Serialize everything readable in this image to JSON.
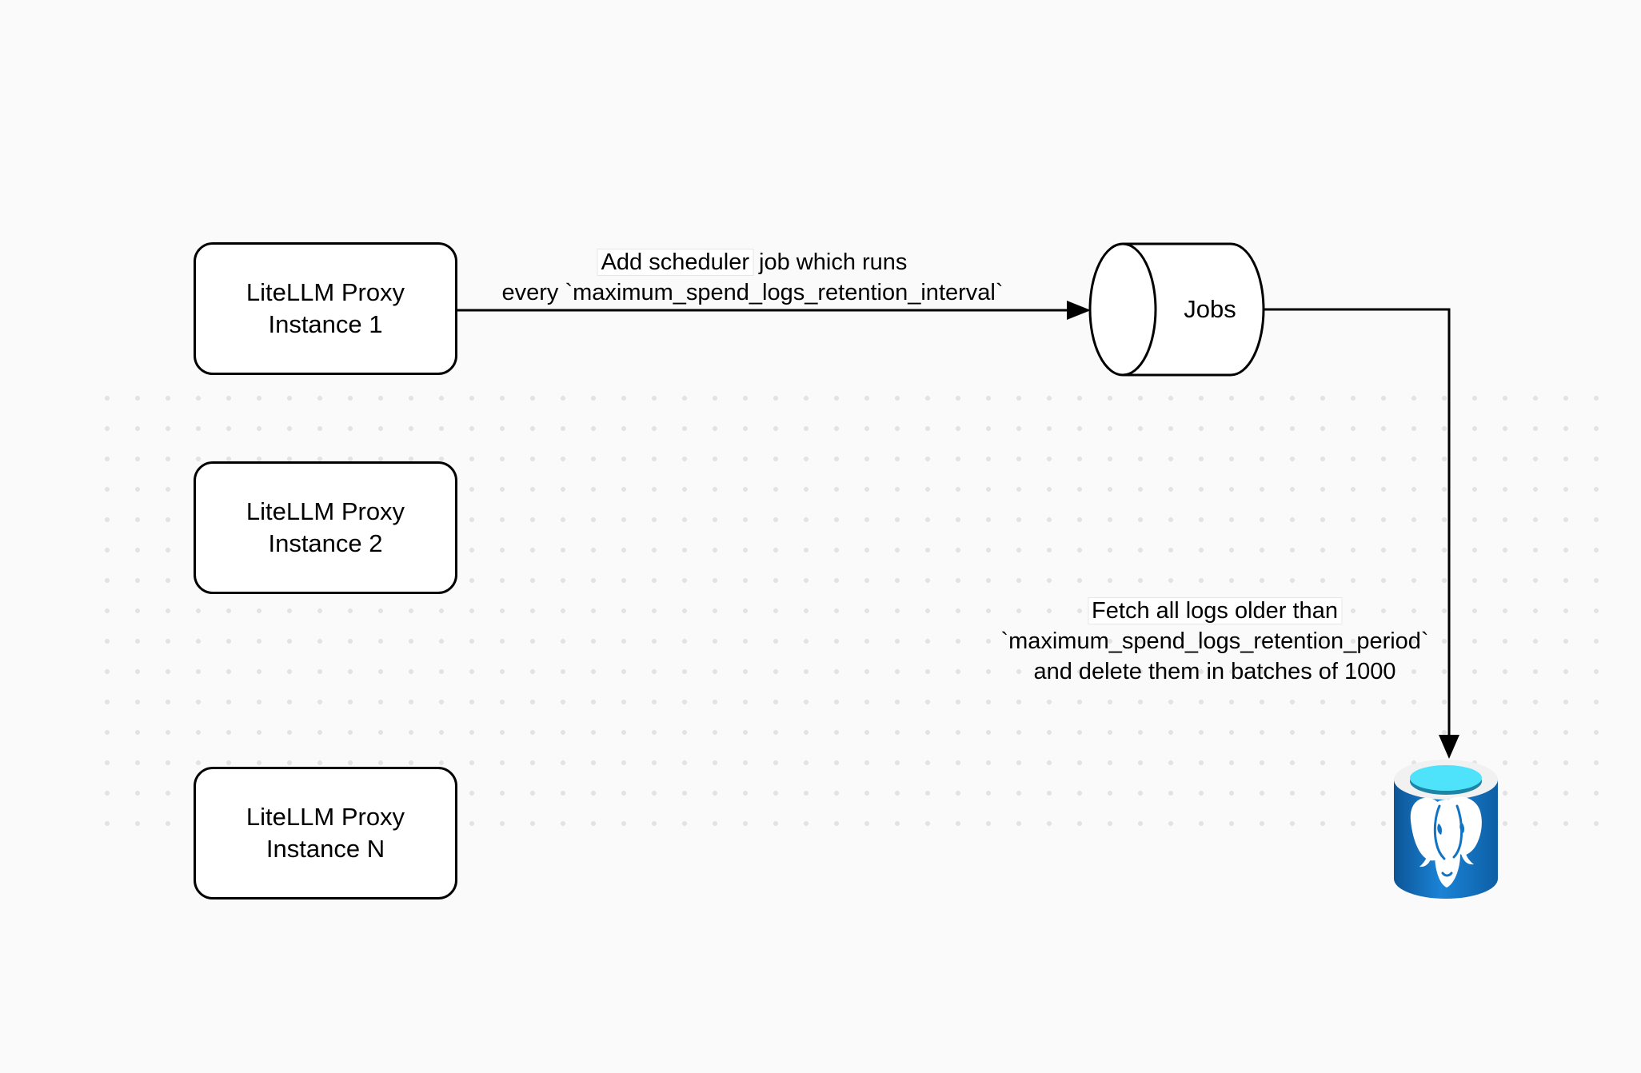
{
  "diagram": {
    "nodes": {
      "proxy_instances": [
        {
          "line1": "LiteLLM Proxy",
          "line2": "Instance 1"
        },
        {
          "line1": "LiteLLM Proxy",
          "line2": "Instance 2"
        },
        {
          "line1": "LiteLLM Proxy",
          "line2": "Instance N"
        }
      ],
      "jobs_queue": {
        "label": "Jobs",
        "shape": "horizontal-cylinder"
      },
      "database": {
        "icon": "postgresql-database-icon"
      }
    },
    "edges": {
      "scheduler": {
        "boxed_text": "Add scheduler",
        "line1_rest": " job which runs",
        "line2": "every `maximum_spend_logs_retention_interval`"
      },
      "fetch_delete": {
        "boxed_text": "Fetch all logs older than",
        "line2": "`maximum_spend_logs_retention_period`",
        "line3": "and delete them in batches of 1000"
      }
    },
    "colors": {
      "canvas_bg": "#fafafa",
      "dot": "#e3e3e3",
      "stroke": "#000000",
      "node_fill": "#ffffff",
      "label_box_bg": "#ffffff",
      "label_box_border": "#e6e6e6",
      "pg_body": "#1173c4",
      "pg_body_dark": "#0c5596",
      "pg_body_light": "#1b83d6",
      "pg_ring": "#f1f1f1",
      "pg_opening_top": "#4fe3fb",
      "pg_opening_inner": "#1e84a6",
      "pg_elephant": "#ffffff"
    }
  }
}
